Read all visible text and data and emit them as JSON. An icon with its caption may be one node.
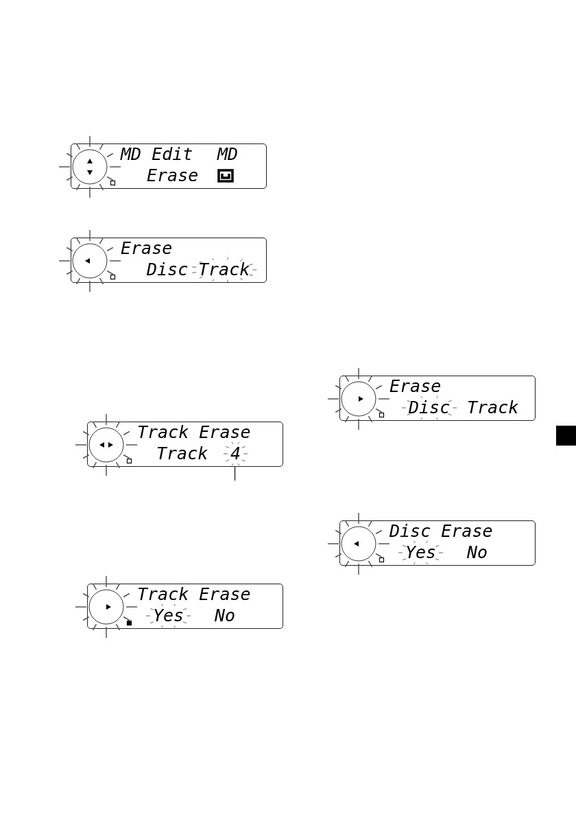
{
  "diagram": {
    "nodes": [
      {
        "text": [
          "MD Edit",
          "MD",
          "Erase"
        ]
      },
      {
        "text": [
          "Erase",
          "Disc",
          "Track"
        ]
      },
      {
        "text": [
          "Track Erase",
          "Track",
          "4"
        ]
      },
      {
        "text": [
          "Track Erase",
          "Yes",
          "No"
        ]
      },
      {
        "text": [
          "Erase",
          "Disc",
          "Track"
        ]
      },
      {
        "text": [
          "Disc Erase",
          "Yes",
          "No"
        ]
      }
    ],
    "edges": [
      {
        "from": null,
        "to": 2,
        "arrow": "none"
      }
    ]
  }
}
